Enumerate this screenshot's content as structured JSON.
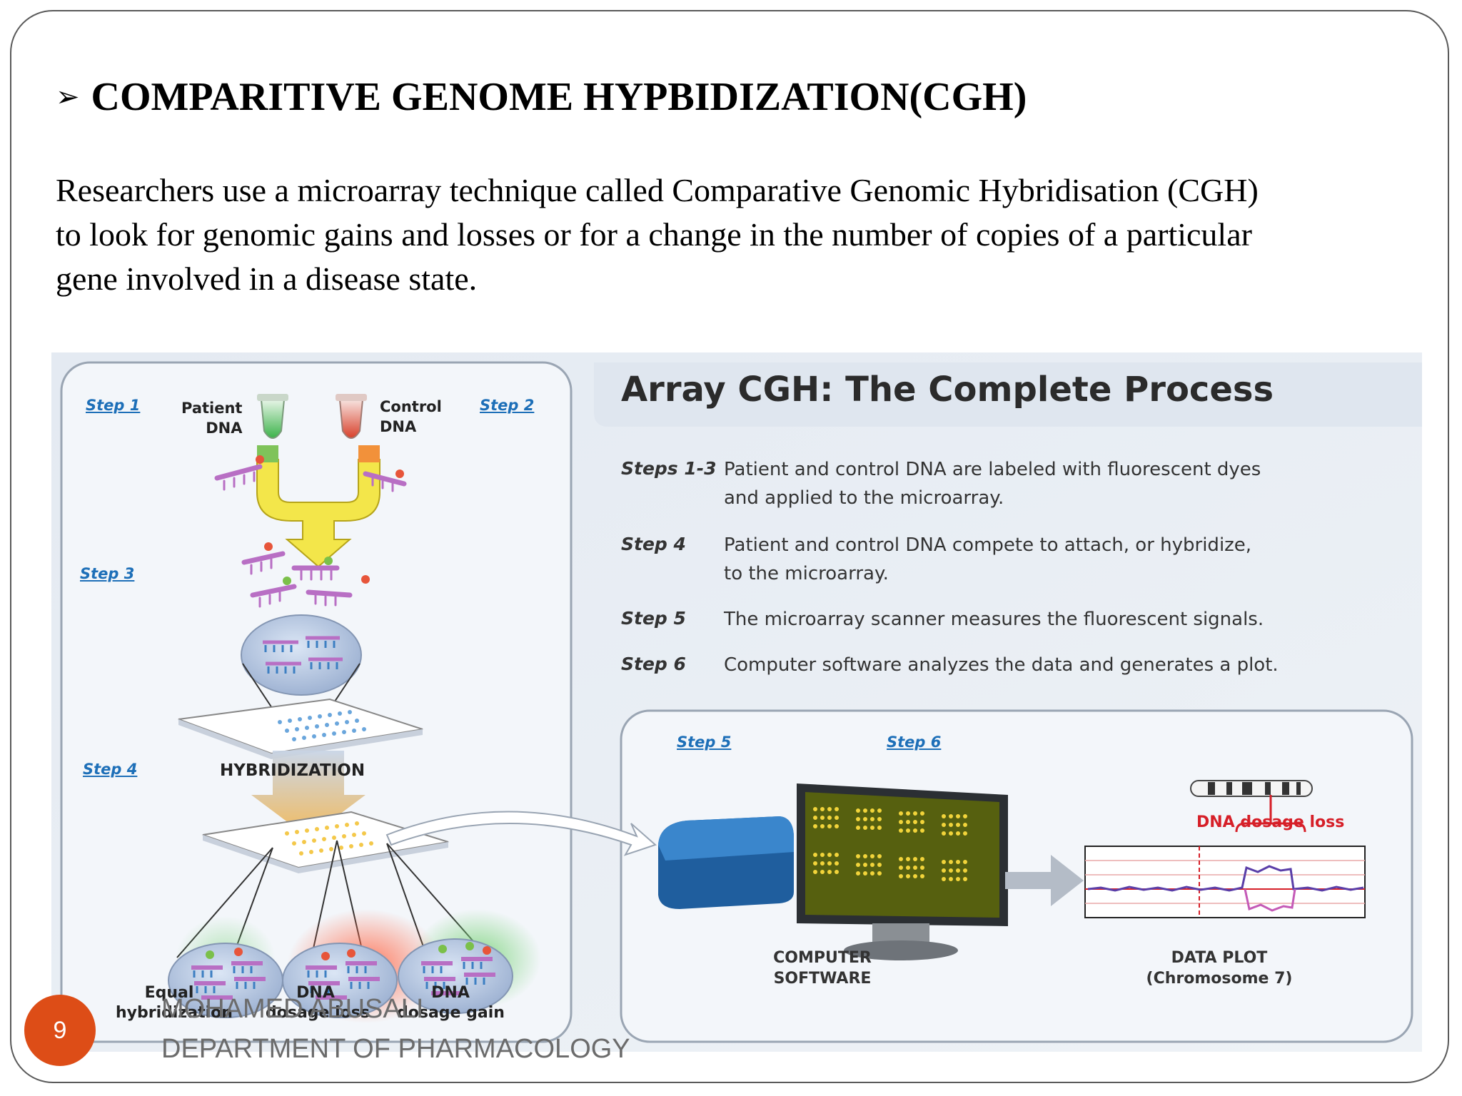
{
  "slide": {
    "title": "COMPARITIVE GENOME HYPBIDIZATION(CGH)",
    "title_bullet": "➢",
    "paragraph_lines": [
      "Researchers use a microarray technique called Comparative Genomic Hybridisation (CGH)",
      "to look for genomic gains and losses or for a change in the number of copies of a particular",
      "gene involved in a disease state."
    ],
    "page_number": "9",
    "footer_lines": [
      "MOHAMED ABUSALI",
      "DEPARTMENT OF PHARMACOLOGY"
    ]
  },
  "figure": {
    "title": "Array CGH: The Complete Process",
    "left_panel": {
      "step1": "Step 1",
      "step2": "Step 2",
      "step3": "Step 3",
      "step4": "Step 4",
      "patient_dna": [
        "Patient",
        "DNA"
      ],
      "control_dna": [
        "Control",
        "DNA"
      ],
      "hybridization": "HYBRIDIZATION",
      "outcomes": [
        [
          "Equal",
          "hybridization"
        ],
        [
          "DNA",
          "dosage loss"
        ],
        [
          "DNA",
          "dosage gain"
        ]
      ]
    },
    "steps": [
      {
        "name": "Steps 1-3",
        "desc": [
          "Patient and control DNA are labeled with fluorescent dyes",
          "and applied to the microarray."
        ]
      },
      {
        "name": "Step 4",
        "desc": [
          "Patient and control DNA compete to attach, or hybridize,",
          "to the microarray."
        ]
      },
      {
        "name": "Step 5",
        "desc": [
          "The microarray scanner measures the fluorescent signals."
        ]
      },
      {
        "name": "Step 6",
        "desc": [
          "Computer software analyzes the data and generates a plot."
        ]
      }
    ],
    "bottom_panel": {
      "step5": "Step 5",
      "step6": "Step 6",
      "computer_software": [
        "COMPUTER",
        "SOFTWARE"
      ],
      "data_plot": [
        "DATA PLOT",
        "(Chromosome 7)"
      ],
      "dna_dosage_loss": "DNA dosage loss"
    },
    "colors": {
      "step_blue": "#1d6fb8",
      "patient_green": "#3cb34a",
      "control_red": "#d8402b",
      "probe_purple": "#b86fc4",
      "arrow_yellow": "#f3e64a",
      "accent_orange": "#dd4d17"
    }
  }
}
